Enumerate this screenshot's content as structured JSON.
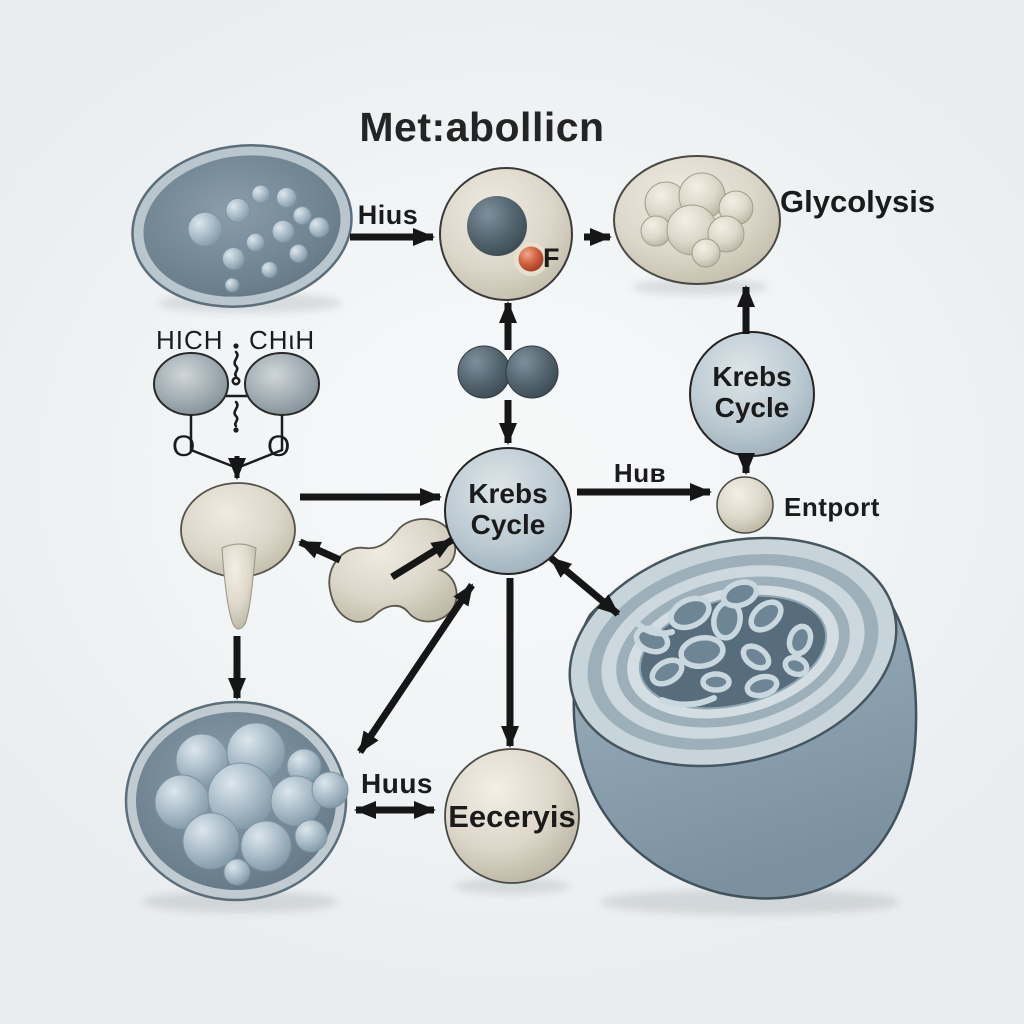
{
  "title": "Met:abollicn",
  "labels": {
    "hius": "Hius",
    "glycolysis": "Glycolysis",
    "hub": "Huв",
    "entport": "Entport",
    "huus": "Huus",
    "f": "F",
    "eeceryis": "Eeceryis"
  },
  "krebs_right": {
    "line1": "Krebs",
    "line2": "Cycle"
  },
  "krebs_center": {
    "line1": "Krebs",
    "line2": "Cycle"
  },
  "chemical": {
    "left_formula": "HICH",
    "right_formula": "CHιH",
    "o_left": "O",
    "o_right": "O"
  },
  "colors": {
    "background": "#f1f4f5",
    "text": "#1b1b1b",
    "arrow": "#161616",
    "cell_membrane": "#b9c6ce",
    "cell_interior": "#64788a",
    "cell_sphere": "#a9bcc8",
    "beige_fill": "#d9d4c6",
    "krebs_fill": "#aebfc9",
    "nucleus": "#4d6170",
    "red_sphere": "#c04f38",
    "mitochondrion_body": "#8da2b0",
    "mitochondrion_interior": "#576d7b"
  }
}
